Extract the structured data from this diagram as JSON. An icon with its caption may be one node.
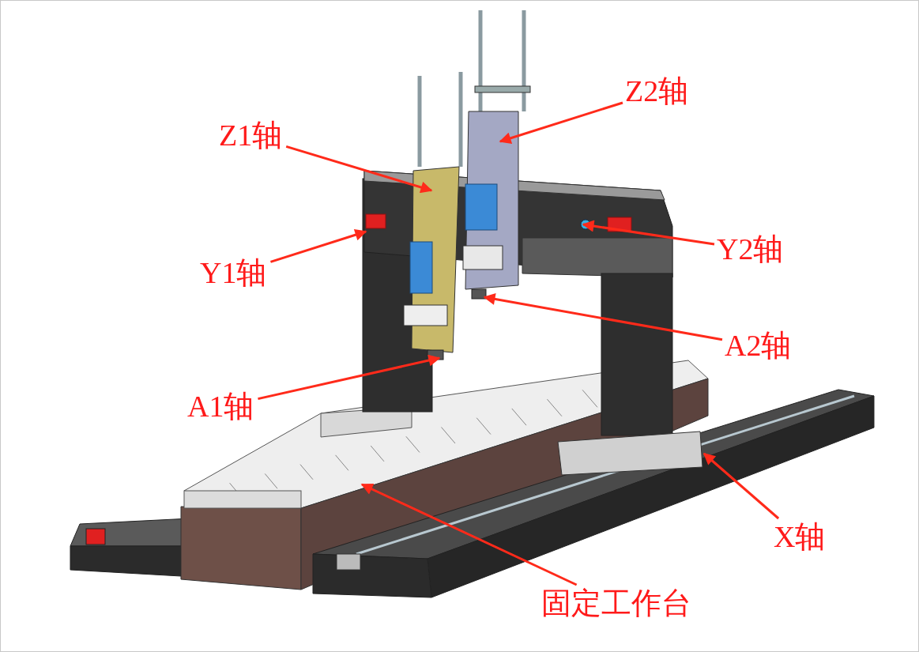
{
  "diagram": {
    "nodes": [
      {
        "text": [
          "Z2轴"
        ]
      },
      {
        "text": [
          "Z1轴"
        ]
      },
      {
        "text": [
          "Y2轴"
        ]
      },
      {
        "text": [
          "Y1轴"
        ]
      },
      {
        "text": [
          "A2轴"
        ]
      },
      {
        "text": [
          "A1轴"
        ]
      },
      {
        "text": [
          "X轴"
        ]
      },
      {
        "text": [
          "固定工作台"
        ]
      }
    ],
    "edges": [
      {
        "from": 0,
        "to": null,
        "arrow": "to"
      },
      {
        "from": 1,
        "to": null,
        "arrow": "to"
      },
      {
        "from": 2,
        "to": null,
        "arrow": "to"
      },
      {
        "from": 3,
        "to": null,
        "arrow": "to"
      },
      {
        "from": 4,
        "to": null,
        "arrow": "to"
      },
      {
        "from": 5,
        "to": null,
        "arrow": "to"
      },
      {
        "from": 6,
        "to": null,
        "arrow": "to"
      },
      {
        "from": 7,
        "to": null,
        "arrow": "to"
      }
    ]
  }
}
